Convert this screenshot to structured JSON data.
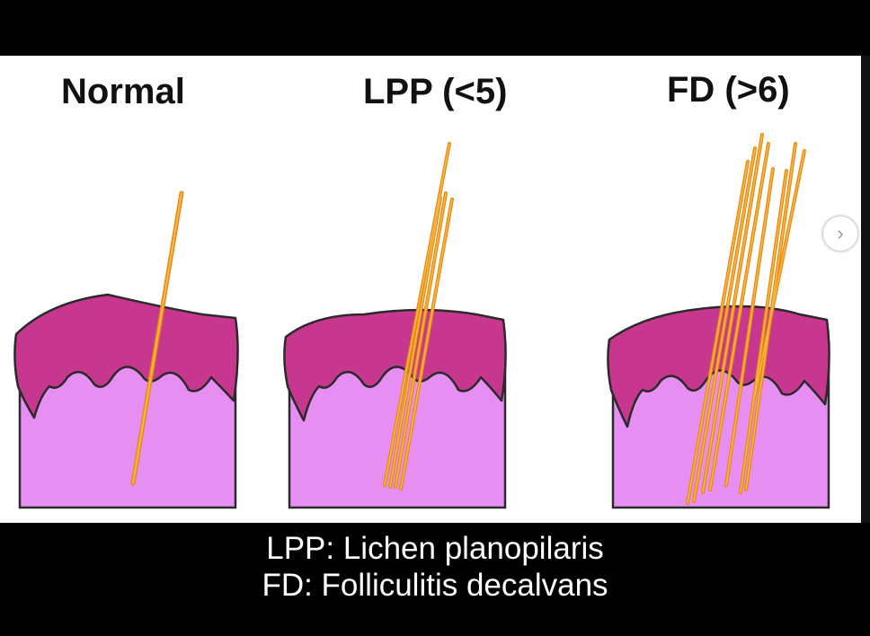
{
  "panels": [
    {
      "title": "Normal"
    },
    {
      "title": "LPP (<5)"
    },
    {
      "title": "FD (>6)"
    }
  ],
  "legend": [
    "LPP: Lichen planopilaris",
    "FD: Folliculitis decalvans"
  ],
  "nav": {
    "next_icon": "›"
  },
  "colors": {
    "epidermis": "#c8378f",
    "dermis": "#e78ef2",
    "outline": "#2a2a2a",
    "hair": "#f5a623",
    "hair_edge": "#e88a10"
  }
}
